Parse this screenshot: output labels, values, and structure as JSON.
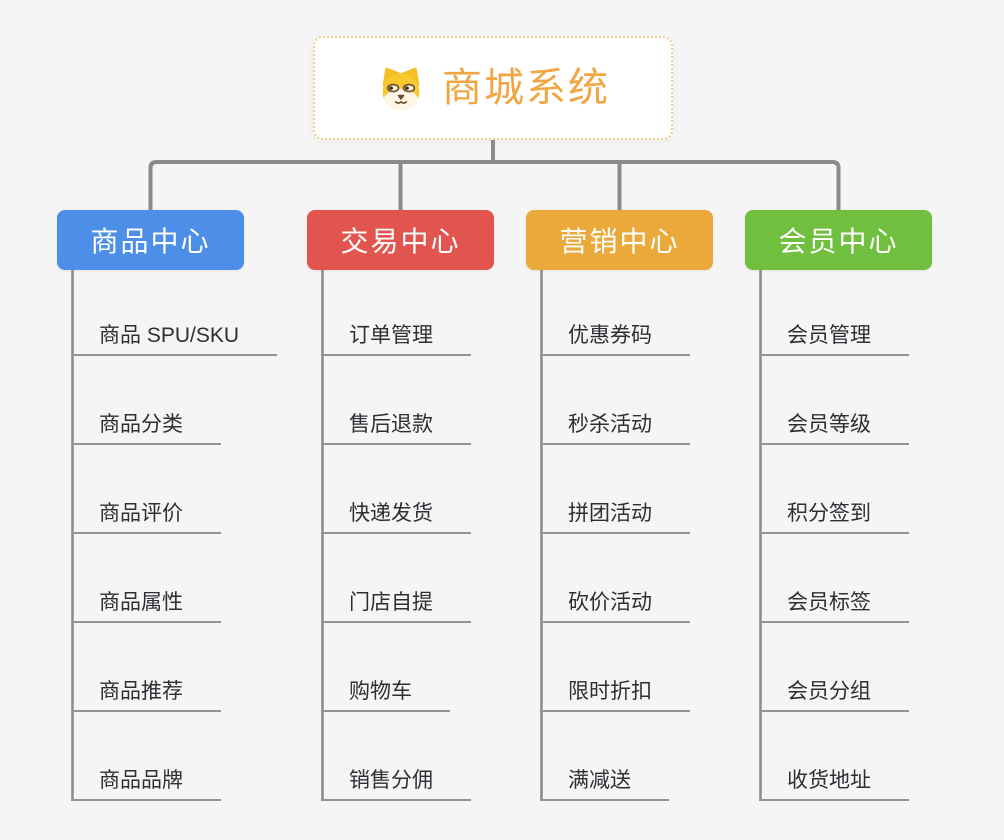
{
  "root": {
    "title": "商城系统",
    "icon": "dog-face-icon"
  },
  "branches": [
    {
      "label": "商品中心",
      "color": "#4c8ee8",
      "children": [
        "商品 SPU/SKU",
        "商品分类",
        "商品评价",
        "商品属性",
        "商品推荐",
        "商品品牌"
      ]
    },
    {
      "label": "交易中心",
      "color": "#e2554e",
      "children": [
        "订单管理",
        "售后退款",
        "快递发货",
        "门店自提",
        "购物车",
        "销售分佣"
      ]
    },
    {
      "label": "营销中心",
      "color": "#eba93b",
      "children": [
        "优惠券码",
        "秒杀活动",
        "拼团活动",
        "砍价活动",
        "限时折扣",
        "满减送"
      ]
    },
    {
      "label": "会员中心",
      "color": "#71bf3f",
      "children": [
        "会员管理",
        "会员等级",
        "积分签到",
        "会员标签",
        "会员分组",
        "收货地址"
      ]
    }
  ],
  "colors": {
    "background": "#f5f5f6",
    "connector": "#8a8a8a",
    "underline": "#949494",
    "leaf_text": "#2c2f33",
    "root_text": "#f0a643",
    "root_border": "#f2cd97"
  }
}
